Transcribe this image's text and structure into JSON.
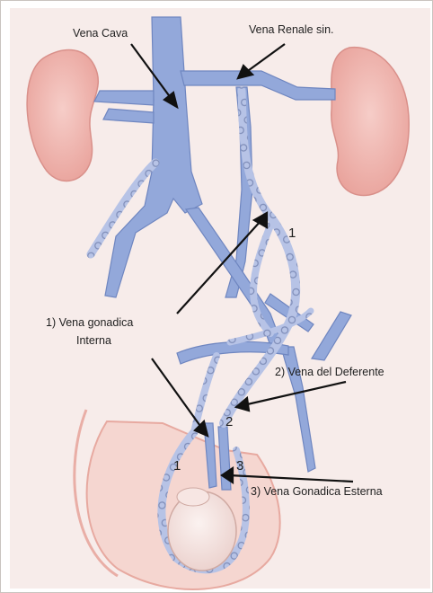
{
  "labels": {
    "vena_cava": "Vena Cava",
    "vena_renale": "Vena Renale sin.",
    "vena_gonadica_line1": "1)  Vena gonadica",
    "vena_gonadica_line2": "Interna",
    "vena_deferente": "2) Vena del Deferente",
    "vena_gonadica_esterna": "3) Vena  Gonadica Esterna"
  },
  "numbers": {
    "n1_upper": "1",
    "n2": "2",
    "n1_lower": "1",
    "n3": "3"
  },
  "colors": {
    "background": "#f7ecea",
    "vein": "#8fa6d8",
    "vein_dark": "#6f86c0",
    "kidney": "#efb4ae",
    "scrotum": "#f3cdc7",
    "arrow": "#111111"
  }
}
